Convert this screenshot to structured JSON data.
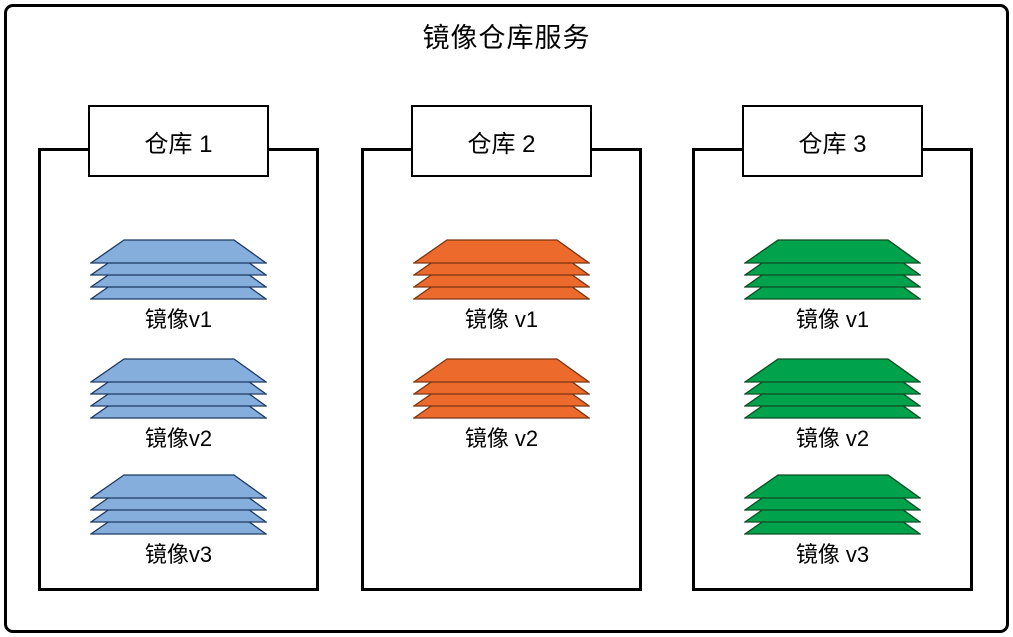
{
  "title": "镜像仓库服务",
  "colors": {
    "blue_fill": "#85AEDC",
    "blue_stroke": "#1C3A63",
    "orange_fill": "#EC6B2C",
    "orange_stroke": "#7A3512",
    "green_fill": "#00A24C",
    "green_stroke": "#0E4D24"
  },
  "repos": [
    {
      "name": "仓库 1",
      "color": "blue",
      "images": [
        "镜像v1",
        "镜像v2",
        "镜像v3"
      ]
    },
    {
      "name": "仓库 2",
      "color": "orange",
      "images": [
        "镜像 v1",
        "镜像 v2"
      ]
    },
    {
      "name": "仓库 3",
      "color": "green",
      "images": [
        "镜像 v1",
        "镜像 v2",
        "镜像 v3"
      ]
    }
  ]
}
